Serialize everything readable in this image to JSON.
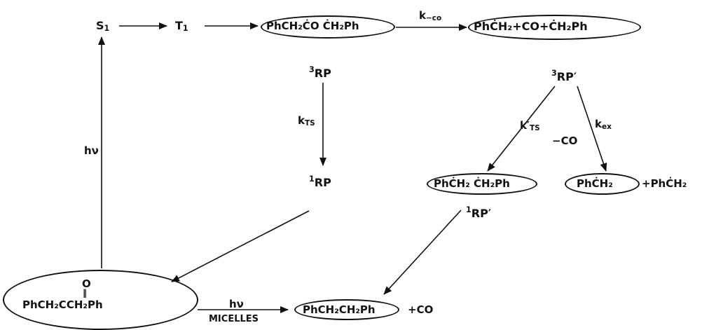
{
  "species": {
    "s1": "S",
    "s1_sub": "1",
    "t1": "T",
    "t1_sub": "1",
    "rp3": "RP",
    "rp3_sup": "3",
    "rp1": "RP",
    "rp1_sup": "1",
    "rp3p": "RP′",
    "rp3p_sup": "3",
    "rp1p": "RP′",
    "rp1p_sup": "1"
  },
  "labels": {
    "k_co": "k",
    "k_co_sub": "−co",
    "k_ts": "k",
    "k_ts_sub": "TS",
    "k_ts_p": "k′",
    "k_ts_p_sub": "TS",
    "k_ex": "k",
    "k_ex_sub": "ex",
    "minus_co": "−CO",
    "hv_vertical": "hν",
    "hv_bottom": "hν",
    "micelles": "MICELLES",
    "plus_co": "+CO",
    "plus_benzyl": "+PhĊH₂"
  },
  "molecules": {
    "ketone_top": "O",
    "ketone_bond": "‖",
    "ketone": "PhCH₂CCH₂Ph",
    "acyl_pair": "PhCH₂ĊO ĊH₂Ph",
    "benzyl_pair_co": "PhĊH₂+CO+ĊH₂Ph",
    "benzyl_pair": "PhĊH₂ ĊH₂Ph",
    "benzyl": "PhĊH₂",
    "product": "PhCH₂CH₂Ph"
  }
}
